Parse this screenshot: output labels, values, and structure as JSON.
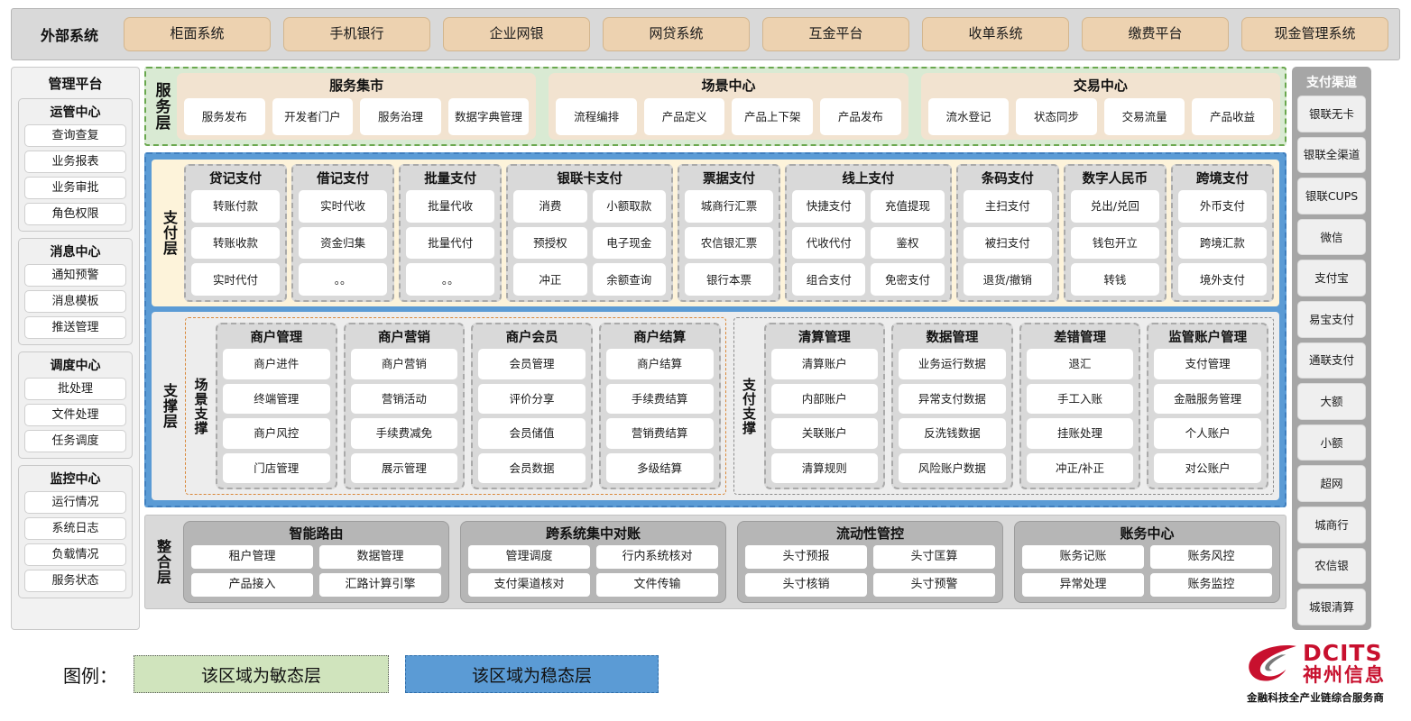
{
  "external": {
    "label": "外部系统",
    "items": [
      "柜面系统",
      "手机银行",
      "企业网银",
      "网贷系统",
      "互金平台",
      "收单系统",
      "缴费平台",
      "现金管理系统"
    ]
  },
  "left_panel": {
    "title": "管理平台",
    "groups": [
      {
        "title": "运管中心",
        "items": [
          "查询查复",
          "业务报表",
          "业务审批",
          "角色权限"
        ]
      },
      {
        "title": "消息中心",
        "items": [
          "通知预警",
          "消息模板",
          "推送管理"
        ]
      },
      {
        "title": "调度中心",
        "items": [
          "批处理",
          "文件处理",
          "任务调度"
        ]
      },
      {
        "title": "监控中心",
        "items": [
          "运行情况",
          "系统日志",
          "负载情况",
          "服务状态"
        ]
      }
    ]
  },
  "right_panel": {
    "title": "支付渠道",
    "items": [
      "银联无卡",
      "银联全渠道",
      "银联CUPS",
      "微信",
      "支付宝",
      "易宝支付",
      "通联支付",
      "大额",
      "小额",
      "超网",
      "城商行",
      "农信银",
      "城银清算"
    ]
  },
  "service_layer": {
    "vtitle": "服务层",
    "boxes": [
      {
        "title": "服务集市",
        "items": [
          "服务发布",
          "开发者门户",
          "服务治理",
          "数据字典管理"
        ]
      },
      {
        "title": "场景中心",
        "items": [
          "流程编排",
          "产品定义",
          "产品上下架",
          "产品发布"
        ]
      },
      {
        "title": "交易中心",
        "items": [
          "流水登记",
          "状态同步",
          "交易流量",
          "产品收益"
        ]
      }
    ]
  },
  "payment_layer": {
    "vtitle": "支付层",
    "columns": [
      {
        "title": "贷记支付",
        "cols": 1,
        "rows": [
          [
            "转账付款"
          ],
          [
            "转账收款"
          ],
          [
            "实时代付"
          ]
        ]
      },
      {
        "title": "借记支付",
        "cols": 1,
        "rows": [
          [
            "实时代收"
          ],
          [
            "资金归集"
          ],
          [
            "。。"
          ]
        ]
      },
      {
        "title": "批量支付",
        "cols": 1,
        "rows": [
          [
            "批量代收"
          ],
          [
            "批量代付"
          ],
          [
            "。。"
          ]
        ]
      },
      {
        "title": "银联卡支付",
        "cols": 2,
        "rows": [
          [
            "消费",
            "小额取款"
          ],
          [
            "预授权",
            "电子现金"
          ],
          [
            "冲正",
            "余额查询"
          ]
        ]
      },
      {
        "title": "票据支付",
        "cols": 1,
        "rows": [
          [
            "城商行汇票"
          ],
          [
            "农信银汇票"
          ],
          [
            "银行本票"
          ]
        ]
      },
      {
        "title": "线上支付",
        "cols": 2,
        "rows": [
          [
            "快捷支付",
            "充值提现"
          ],
          [
            "代收代付",
            "鉴权"
          ],
          [
            "组合支付",
            "免密支付"
          ]
        ]
      },
      {
        "title": "条码支付",
        "cols": 1,
        "rows": [
          [
            "主扫支付"
          ],
          [
            "被扫支付"
          ],
          [
            "退货/撤销"
          ]
        ]
      },
      {
        "title": "数字人民币",
        "cols": 1,
        "rows": [
          [
            "兑出/兑回"
          ],
          [
            "钱包开立"
          ],
          [
            "转钱"
          ]
        ]
      },
      {
        "title": "跨境支付",
        "cols": 1,
        "rows": [
          [
            "外币支付"
          ],
          [
            "跨境汇款"
          ],
          [
            "境外支付"
          ]
        ]
      }
    ]
  },
  "support_layer": {
    "vtitle": "支撑层",
    "regions": [
      {
        "vtitle": "场景支撑",
        "columns": [
          {
            "title": "商户管理",
            "items": [
              "商户进件",
              "终端管理",
              "商户风控",
              "门店管理"
            ]
          },
          {
            "title": "商户营销",
            "items": [
              "商户营销",
              "营销活动",
              "手续费减免",
              "展示管理"
            ]
          },
          {
            "title": "商户会员",
            "items": [
              "会员管理",
              "评价分享",
              "会员储值",
              "会员数据"
            ]
          },
          {
            "title": "商户结算",
            "items": [
              "商户结算",
              "手续费结算",
              "营销费结算",
              "多级结算"
            ]
          }
        ]
      },
      {
        "vtitle": "支付支撑",
        "columns": [
          {
            "title": "清算管理",
            "items": [
              "清算账户",
              "内部账户",
              "关联账户",
              "清算规则"
            ]
          },
          {
            "title": "数据管理",
            "items": [
              "业务运行数据",
              "异常支付数据",
              "反洗钱数据",
              "风险账户数据"
            ]
          },
          {
            "title": "差错管理",
            "items": [
              "退汇",
              "手工入账",
              "挂账处理",
              "冲正/补正"
            ]
          },
          {
            "title": "监管账户管理",
            "items": [
              "支付管理",
              "金融服务管理",
              "个人账户",
              "对公账户"
            ]
          }
        ]
      }
    ]
  },
  "integration_layer": {
    "vtitle": "整合层",
    "boxes": [
      {
        "title": "智能路由",
        "rows": [
          [
            "租户管理",
            "数据管理"
          ],
          [
            "产品接入",
            "汇路计算引擎"
          ]
        ]
      },
      {
        "title": "跨系统集中对账",
        "rows": [
          [
            "管理调度",
            "行内系统核对"
          ],
          [
            "支付渠道核对",
            "文件传输"
          ]
        ]
      },
      {
        "title": "流动性管控",
        "rows": [
          [
            "头寸预报",
            "头寸匡算"
          ],
          [
            "头寸核销",
            "头寸预警"
          ]
        ]
      },
      {
        "title": "账务中心",
        "rows": [
          [
            "账务记账",
            "账务风控"
          ],
          [
            "异常处理",
            "账务监控"
          ]
        ]
      }
    ]
  },
  "legend": {
    "label": "图例：",
    "agile": "该区域为敏态层",
    "stable": "该区域为稳态层",
    "agile_color": "#d0e4bd",
    "stable_color": "#5b9bd5"
  },
  "logo": {
    "en": "DCITS",
    "cn": "神州信息",
    "tagline": "金融科技全产业链综合服务商",
    "brand_color": "#c8102e"
  }
}
